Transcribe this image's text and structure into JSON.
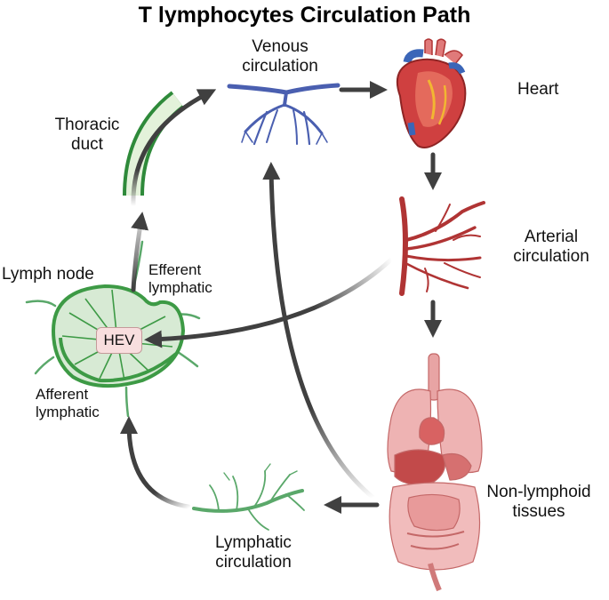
{
  "title": "T lymphocytes Circulation Path",
  "labels": {
    "venous": "Venous\ncirculation",
    "heart": "Heart",
    "arterial": "Arterial\ncirculation",
    "non_lymphoid": "Non-lymphoid\ntissues",
    "lymphatic_circulation": "Lymphatic\ncirculation",
    "thoracic_duct": "Thoracic\nduct",
    "lymph_node": "Lymph node",
    "efferent": "Efferent\nlymphatic",
    "afferent": "Afferent\nlymphatic",
    "hev": "HEV"
  },
  "colors": {
    "arrow": "#404040",
    "vein": "#4a5fb0",
    "artery": "#b03434",
    "lymph_green": "#3d9a45",
    "node_fill": "#d7ead4",
    "organ_pink": "#e6a0a0",
    "heart_red": "#c93a3a"
  },
  "icons": [
    "heart-icon",
    "venous-vessel-icon",
    "arterial-vessel-icon",
    "organs-icon",
    "lymphatic-vessel-icon",
    "thoracic-duct-icon",
    "lymph-node-icon"
  ]
}
